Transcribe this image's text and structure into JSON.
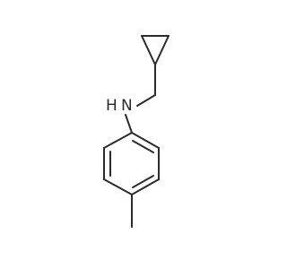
{
  "molecule": {
    "atoms": [
      {
        "id": "N1",
        "label": "H",
        "sub_label": "N"
      }
    ],
    "colors": {
      "bond": "#2b2b2b",
      "background": "#ffffff"
    }
  }
}
